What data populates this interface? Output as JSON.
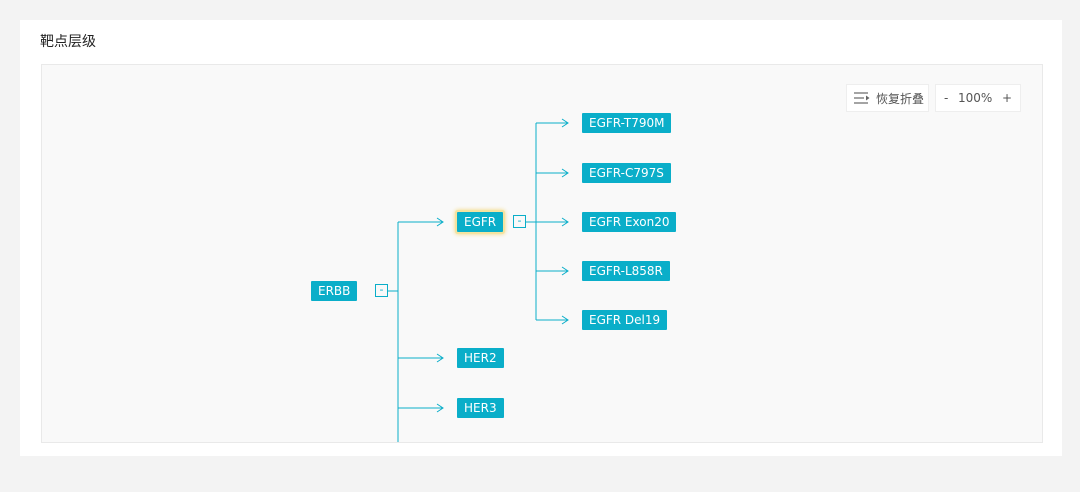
{
  "panel": {
    "title": "靶点层级"
  },
  "toolbar": {
    "restore_label": "恢复折叠",
    "zoom_out": "-",
    "zoom_level": "100%",
    "zoom_in": "+"
  },
  "tree": {
    "root": "ERBB",
    "root_toggle": "-",
    "children": [
      "EGFR",
      "HER2",
      "HER3"
    ],
    "egfr_toggle": "-",
    "egfr_children": [
      "EGFR-T790M",
      "EGFR-C797S",
      "EGFR Exon20",
      "EGFR-L858R",
      "EGFR Del19"
    ]
  },
  "colors": {
    "node_fill": "#0aaec9",
    "edge": "#0aaec9",
    "selected_glow": "#f2d77a"
  }
}
